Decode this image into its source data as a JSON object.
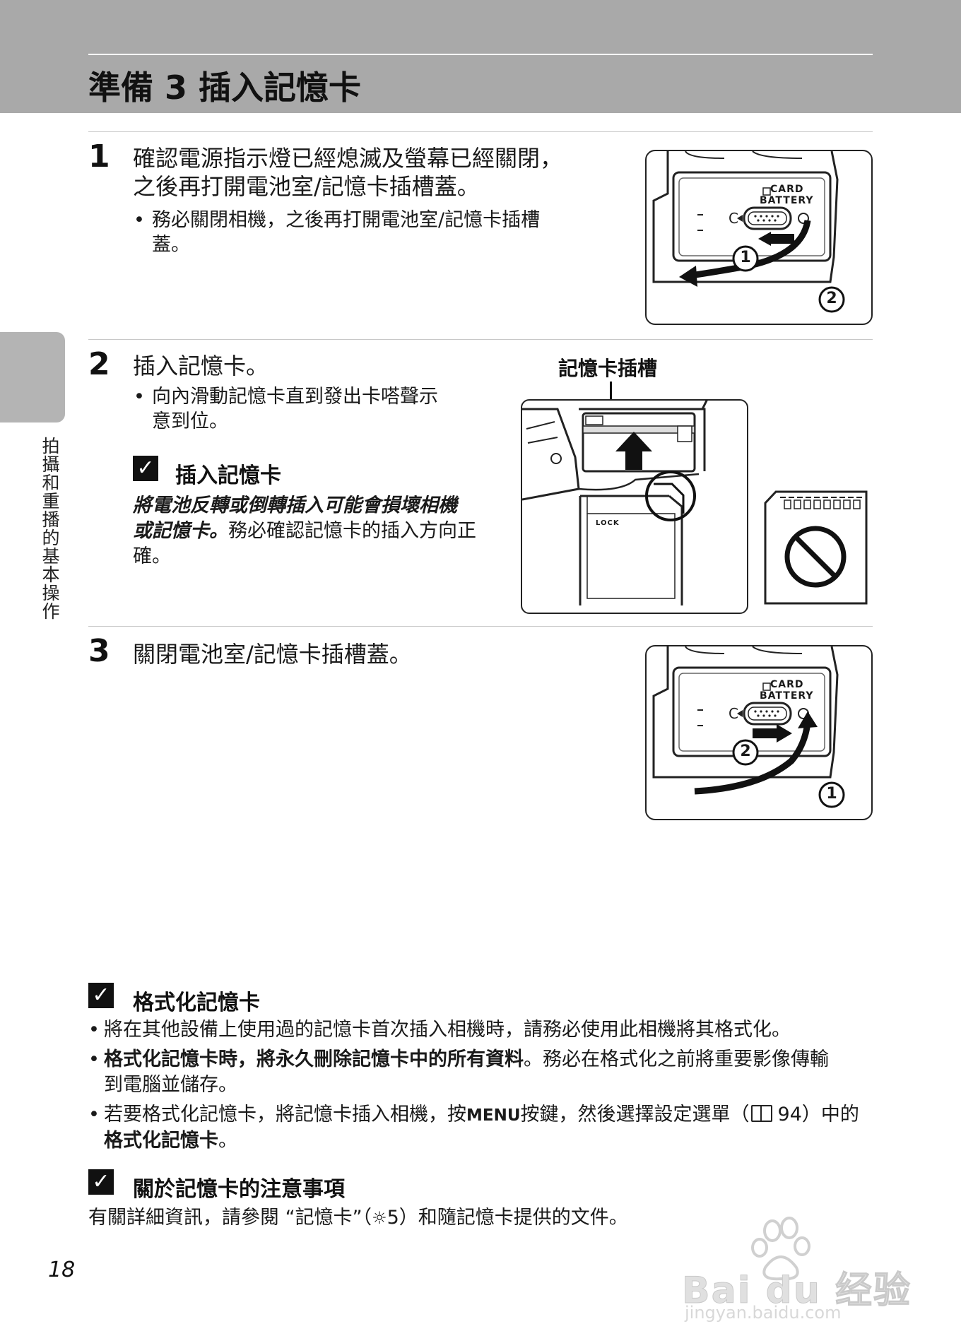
{
  "header": {
    "title": "準備 3 插入記憶卡"
  },
  "side_tab": {
    "label": "拍攝和重播的基本操作"
  },
  "steps": [
    {
      "number": "1",
      "text_line1": "確認電源指示燈已經熄滅及螢幕已經關閉，",
      "text_line2": "之後再打開電池室/記憶卡插槽蓋。",
      "bullet_line1": "務必關閉相機，之後再打開電池室/記憶卡插槽",
      "bullet_line2": "蓋。",
      "illus": {
        "label_card": "CARD",
        "label_battery": "BATTERY",
        "marker_a": "1",
        "marker_b": "2"
      }
    },
    {
      "number": "2",
      "text_line1": "插入記憶卡。",
      "bullet_line1": "向內滑動記憶卡直到發出卡嗒聲示",
      "bullet_line2": "意到位。",
      "caption": "記憶卡插槽",
      "card_label": "LOCK",
      "note": {
        "title": "插入記憶卡",
        "emph_line1": "將電池反轉或倒轉插入可能會損壞相機",
        "emph_line2": "或記憶卡。",
        "rest_line2": "務必確認記憶卡的插入方向正",
        "rest_line3": "確。"
      }
    },
    {
      "number": "3",
      "text_line1": "關閉電池室/記憶卡插槽蓋。",
      "illus": {
        "label_card": "CARD",
        "label_battery": "BATTERY",
        "marker_a": "2",
        "marker_b": "1"
      }
    }
  ],
  "format_note": {
    "title": "格式化記憶卡",
    "item1": "將在其他設備上使用過的記憶卡首次插入相機時，請務必使用此相機將其格式化。",
    "item2_bold": "格式化記憶卡時，將永久刪除記憶卡中的所有資料",
    "item2_rest_a": "。務必在格式化之前將重要影像傳輸",
    "item2_rest_b": "到電腦並儲存。",
    "item3_a": "若要格式化記憶卡，將記憶卡插入相機，按",
    "item3_menu": "MENU",
    "item3_b": "按鍵，然後選擇設定選單（",
    "item3_ref": "94",
    "item3_c": "）中的",
    "item3_bold": "格式化記憶卡",
    "item3_end": "。"
  },
  "memory_note": {
    "title": "關於記憶卡的注意事項",
    "body_a": "有關詳細資訊，請參閱 “記憶卡”（",
    "body_ref": "5",
    "body_b": "）和隨記憶卡提供的文件。"
  },
  "page_number": "18",
  "watermark": {
    "brand": "Bai du 经验",
    "url": "jingyan.baidu.com"
  },
  "colors": {
    "header_band": "#a9a9a9",
    "side_tab": "#b4b4b4",
    "text": "#1a1a1a"
  }
}
